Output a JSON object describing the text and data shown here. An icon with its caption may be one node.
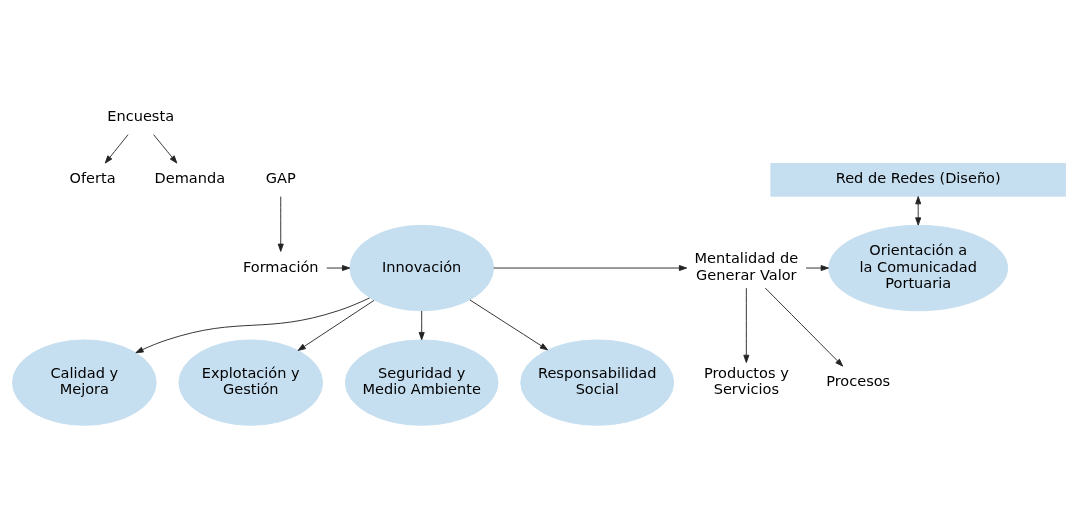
{
  "diagram": {
    "nodes": [
      {
        "text": [
          "Encuesta"
        ]
      },
      {
        "text": [
          "Oferta"
        ]
      },
      {
        "text": [
          "Demanda"
        ]
      },
      {
        "text": [
          "GAP"
        ]
      },
      {
        "text": [
          "Formación"
        ]
      },
      {
        "text": [
          "Innovación"
        ]
      },
      {
        "text": [
          "Red de Redes (Diseño)"
        ]
      },
      {
        "text": [
          "Mentalidad de Generar Valor"
        ]
      },
      {
        "text": [
          "Orientación a la Comunicadad Portuaria"
        ]
      },
      {
        "text": [
          "Productos y Servicios"
        ]
      },
      {
        "text": [
          "Procesos"
        ]
      },
      {
        "text": [
          "Calidad y Mejora"
        ]
      },
      {
        "text": [
          "Explotación y Gestión"
        ]
      },
      {
        "text": [
          "Seguridad y Medio Ambiente"
        ]
      },
      {
        "text": [
          "Responsabilidad Social"
        ]
      }
    ],
    "edges": [
      {
        "from": 0,
        "to": 1,
        "arrow": "to"
      },
      {
        "from": 0,
        "to": 2,
        "arrow": "to"
      },
      {
        "from": 3,
        "to": 4,
        "arrow": "to"
      },
      {
        "from": 4,
        "to": 5,
        "arrow": "to"
      },
      {
        "from": 5,
        "to": 7,
        "arrow": "to"
      },
      {
        "from": 7,
        "to": 8,
        "arrow": "to"
      },
      {
        "from": 6,
        "to": 8,
        "arrow": "both"
      },
      {
        "from": 7,
        "to": 9,
        "arrow": "to"
      },
      {
        "from": 7,
        "to": 10,
        "arrow": "to"
      },
      {
        "from": 5,
        "to": 11,
        "arrow": "to"
      },
      {
        "from": 5,
        "to": 12,
        "arrow": "to"
      },
      {
        "from": 5,
        "to": 13,
        "arrow": "to"
      },
      {
        "from": 5,
        "to": 14,
        "arrow": "to"
      }
    ]
  }
}
